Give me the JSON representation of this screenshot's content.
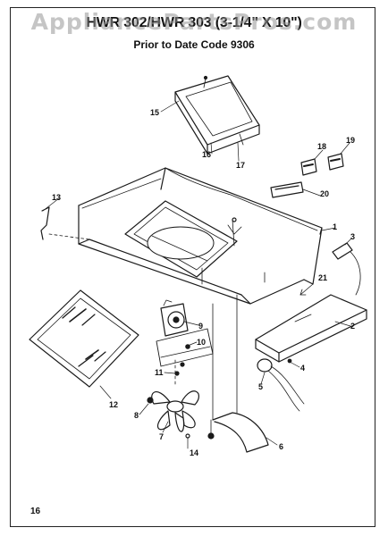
{
  "title": "HWR 302/HWR 303 (3-1/4\" X 10\")",
  "subtitle": "Prior to Date Code 9306",
  "watermark": "AppliancePartsPros.com",
  "page_number": "16",
  "callouts": [
    "1",
    "2",
    "3",
    "4",
    "5",
    "6",
    "7",
    "8",
    "9",
    "10",
    "11",
    "12",
    "13",
    "14",
    "15",
    "16",
    "17",
    "18",
    "19",
    "20",
    "21"
  ]
}
